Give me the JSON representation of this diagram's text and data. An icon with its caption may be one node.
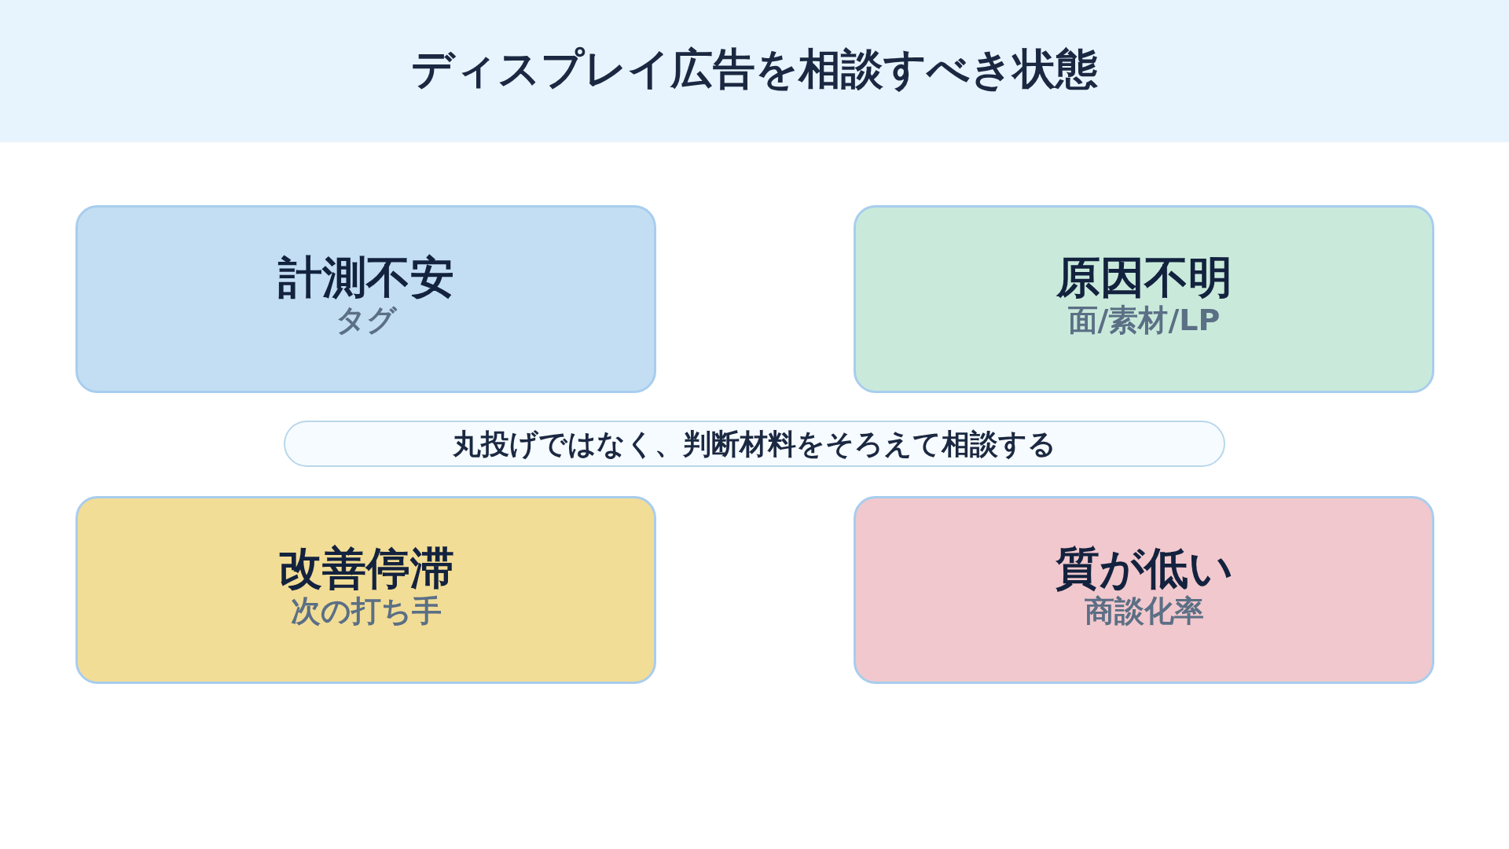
{
  "diagram": {
    "title": "ディスプレイ広告を相談すべき状態",
    "nodes": [
      {
        "text": [
          "計測不安",
          "タグ"
        ]
      },
      {
        "text": [
          "原因不明",
          "面/素材/LP"
        ]
      },
      {
        "text": [
          "丸投げではなく、判断材料をそろえて相談する"
        ]
      },
      {
        "text": [
          "改善停滞",
          "次の打ち手"
        ]
      },
      {
        "text": [
          "質が低い",
          "商談化率"
        ]
      }
    ]
  }
}
